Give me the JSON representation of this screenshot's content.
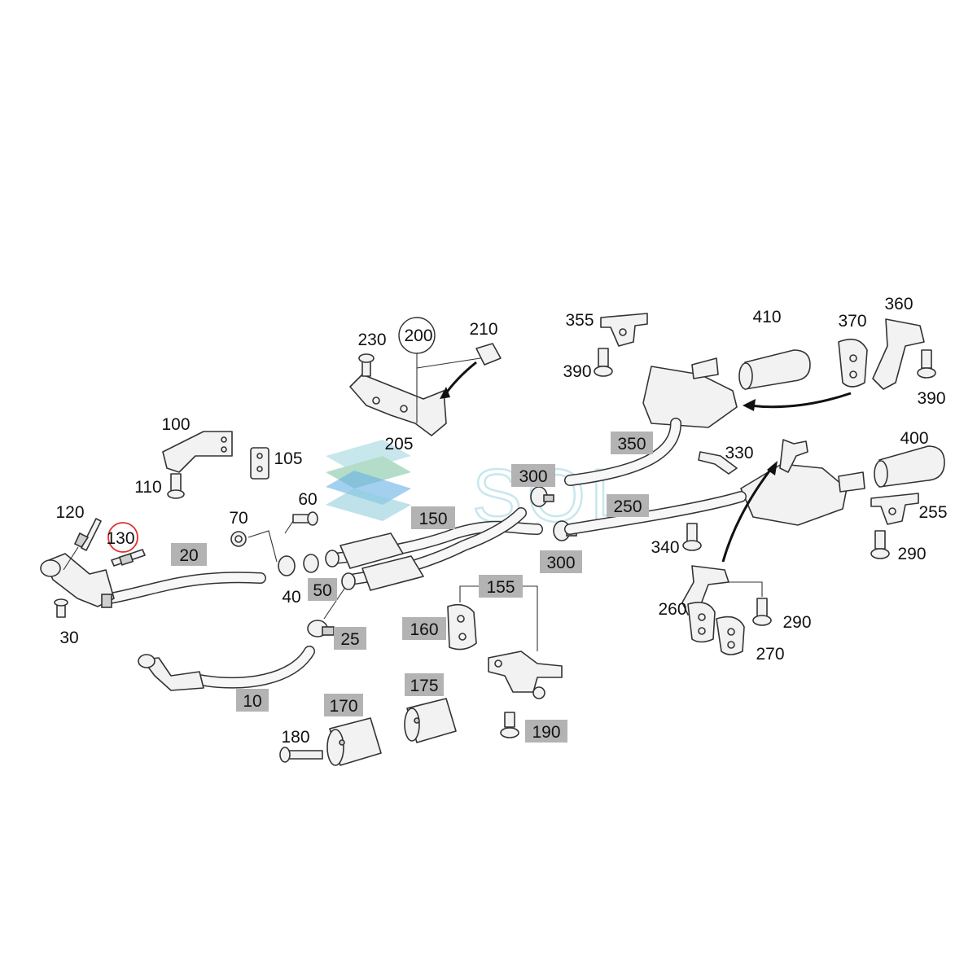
{
  "watermark": {
    "text": "SOL",
    "colors": [
      "#bfe3ea",
      "#7fc4d6",
      "#a7d8c0",
      "#4da3e0"
    ]
  },
  "colors": {
    "highlight": "#b3b3b3",
    "callout_circle": "#e03030",
    "line": "#333333"
  },
  "labels": {
    "l10": "10",
    "l20": "20",
    "l25": "25",
    "l30": "30",
    "l40": "40",
    "l50": "50",
    "l60": "60",
    "l70": "70",
    "l100": "100",
    "l105": "105",
    "l110": "110",
    "l120": "120",
    "l130": "130",
    "l150": "150",
    "l155": "155",
    "l160": "160",
    "l170": "170",
    "l175": "175",
    "l180": "180",
    "l190": "190",
    "l200": "200",
    "l205": "205",
    "l210": "210",
    "l230": "230",
    "l250": "250",
    "l255": "255",
    "l260": "260",
    "l270": "270",
    "l290a": "290",
    "l290b": "290",
    "l300a": "300",
    "l300b": "300",
    "l330": "330",
    "l340": "340",
    "l350": "350",
    "l355": "355",
    "l360": "360",
    "l370": "370",
    "l390a": "390",
    "l390b": "390",
    "l400": "400",
    "l410": "410"
  },
  "highlighted": [
    "10",
    "20",
    "25",
    "50",
    "150",
    "155",
    "160",
    "170",
    "175",
    "190",
    "250",
    "300",
    "350"
  ],
  "circled": [
    "130"
  ],
  "icons": [
    "oxygen-sensor-icon",
    "catalytic-converter-icon",
    "muffler-icon",
    "clamp-icon",
    "bolt-icon",
    "rubber-hanger-icon",
    "bracket-icon",
    "tailpipe-tip-icon",
    "mount-bushing-icon",
    "heat-shield-icon"
  ]
}
